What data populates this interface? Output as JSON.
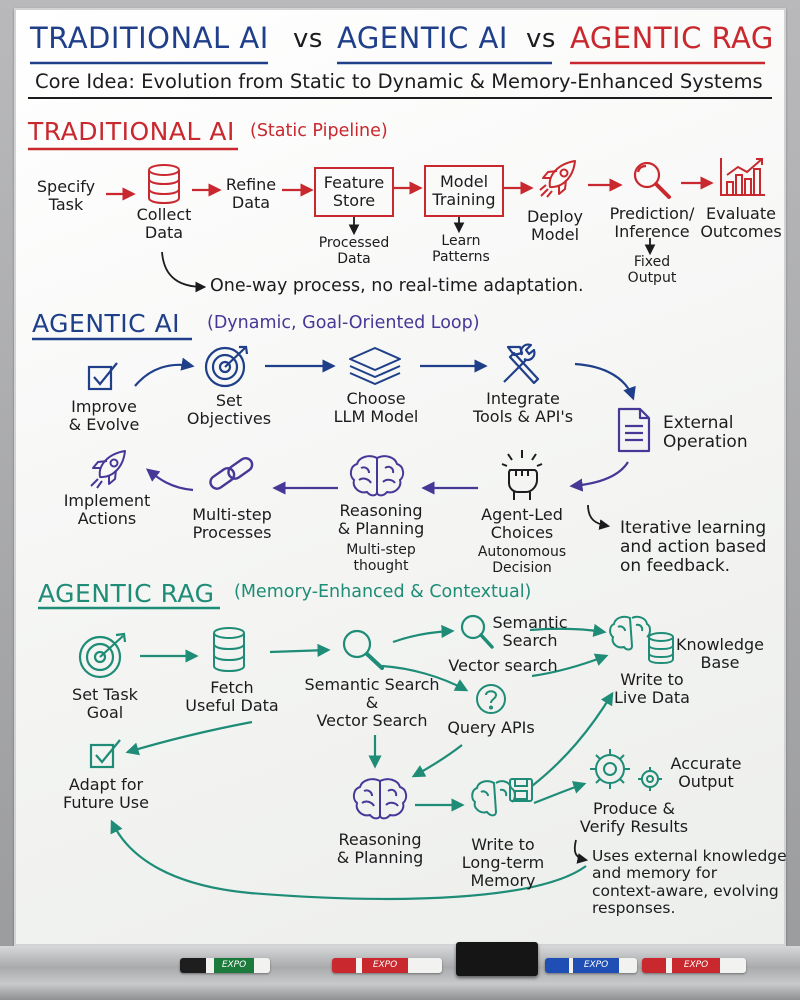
{
  "header": {
    "title_part1": "TRADITIONAL AI",
    "title_vs1": "vs",
    "title_part2": "AGENTIC AI",
    "title_vs2": "vs",
    "title_part3": "AGENTIC RAG",
    "core_idea": "Core Idea: Evolution from Static to Dynamic & Memory-Enhanced Systems"
  },
  "traditional": {
    "heading": "TRADITIONAL AI",
    "subheading": "(Static Pipeline)",
    "steps": {
      "specify_1": "Specify",
      "specify_2": "Task",
      "collect_1": "Collect",
      "collect_2": "Data",
      "refine_1": "Refine",
      "refine_2": "Data",
      "feature_1": "Feature",
      "feature_2": "Store",
      "model_1": "Model",
      "model_2": "Training",
      "deploy_1": "Deploy",
      "deploy_2": "Model",
      "predict_1": "Prediction/",
      "predict_2": "Inference",
      "evaluate_1": "Evaluate",
      "evaluate_2": "Outcomes"
    },
    "sublabels": {
      "processed_1": "Processed",
      "processed_2": "Data",
      "learn_1": "Learn",
      "learn_2": "Patterns",
      "fixed_1": "Fixed",
      "fixed_2": "Output"
    },
    "note": "One-way process, no real-time adaptation."
  },
  "agentic": {
    "heading": "AGENTIC AI",
    "subheading": "(Dynamic, Goal-Oriented Loop)",
    "steps": {
      "improve_1": "Improve",
      "improve_2": "& Evolve",
      "set_1": "Set",
      "set_2": "Objectives",
      "choose_1": "Choose",
      "choose_2": "LLM Model",
      "integrate_1": "Integrate",
      "integrate_2": "Tools & API's",
      "external_1": "External",
      "external_2": "Operation",
      "implement_1": "Implement",
      "implement_2": "Actions",
      "multistep_1": "Multi-step",
      "multistep_2": "Processes",
      "reasoning_1": "Reasoning",
      "reasoning_2": "& Planning",
      "reasoning_3": "Multi-step",
      "reasoning_4": "thought",
      "agent_1": "Agent-Led",
      "agent_2": "Choices",
      "agent_3": "Autonomous",
      "agent_4": "Decision"
    },
    "note_1": "Iterative learning",
    "note_2": "and action based",
    "note_3": "on feedback."
  },
  "rag": {
    "heading": "AGENTIC RAG",
    "subheading": "(Memory-Enhanced & Contextual)",
    "steps": {
      "settask_1": "Set Task",
      "settask_2": "Goal",
      "fetch_1": "Fetch",
      "fetch_2": "Useful Data",
      "semvec_1": "Semantic Search",
      "semvec_2": "&",
      "semvec_3": "Vector Search",
      "semantic_1": "Semantic",
      "semantic_2": "Search",
      "vector": "Vector search",
      "query": "Query APIs",
      "kb_1": "Knowledge",
      "kb_2": "Base",
      "write_live_1": "Write to",
      "write_live_2": "Live Data",
      "adapt_1": "Adapt for",
      "adapt_2": "Future Use",
      "reasoning_1": "Reasoning",
      "reasoning_2": "& Planning",
      "write_lt_1": "Write to",
      "write_lt_2": "Long-term",
      "write_lt_3": "Memory",
      "accurate_1": "Accurate",
      "accurate_2": "Output",
      "produce_1": "Produce &",
      "produce_2": "Verify Results"
    },
    "note_1": "Uses external knowledge",
    "note_2": "and memory for",
    "note_3": "context-aware, evolving",
    "note_4": "responses."
  },
  "markers": {
    "labels": [
      "EXPO",
      "EXPO",
      "EXPO",
      "EXPO"
    ]
  },
  "colors": {
    "red": "#c8282e",
    "navy": "#1f3f8a",
    "purple": "#463897",
    "teal": "#1e8c76",
    "black": "#1c1c1e"
  }
}
